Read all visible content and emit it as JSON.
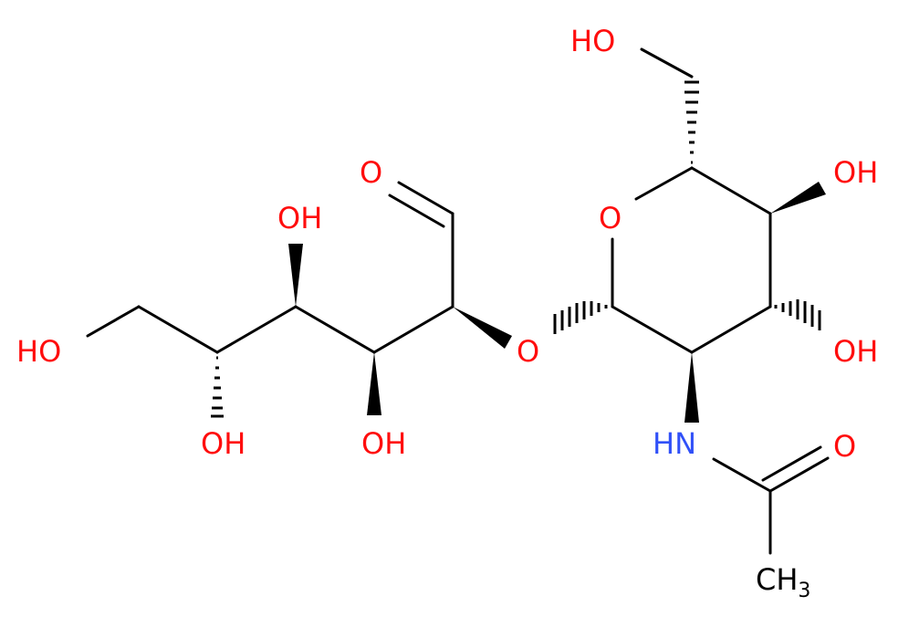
{
  "labels": {
    "ho_top": "HO",
    "o_ring": "O",
    "oh_c4": "OH",
    "oh_c3": "OH",
    "nh": "HN",
    "o_amide": "O",
    "ch3_main": "CH",
    "ch3_sub": "3",
    "o_glyco": "O",
    "o_aldehyde": "O",
    "oh_chain_top": "OH",
    "oh_chain_mid": "OH",
    "oh_chain_low": "OH",
    "ho_terminal": "HO"
  },
  "colors": {
    "oxygen": "#ff0d0d",
    "nitrogen": "#3050f8",
    "carbon": "#000000"
  }
}
